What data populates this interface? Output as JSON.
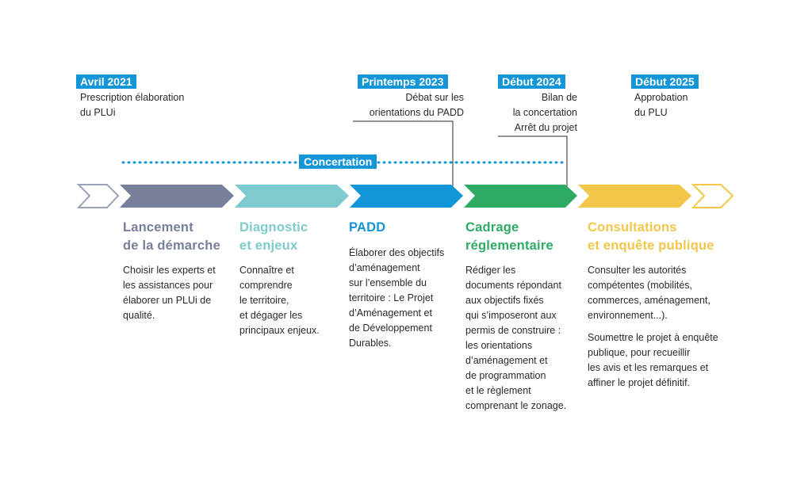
{
  "colors": {
    "milestone": "#1296d8",
    "phase1": "#777f99",
    "phase2": "#7ecbcf",
    "phase3": "#1296d8",
    "phase4": "#2eaa65",
    "phase5": "#f3c64a",
    "text": "#2a2a2a"
  },
  "milestones": [
    {
      "date": "Avril 2021",
      "lines": [
        "Prescription élaboration",
        "du PLUi"
      ]
    },
    {
      "date": "Printemps 2023",
      "lines": [
        "Débat sur les",
        "orientations du PADD"
      ]
    },
    {
      "date": "Début 2024",
      "lines": [
        "Bilan de",
        "la concertation",
        "Arrêt du projet"
      ]
    },
    {
      "date": "Début 2025",
      "lines": [
        "Approbation",
        "du PLU"
      ]
    }
  ],
  "concertation": {
    "label": "Concertation"
  },
  "phases": [
    {
      "title": [
        "Lancement",
        "de la démarche"
      ],
      "desc": [
        "Choisir les experts et",
        "les assistances pour",
        "élaborer un PLUi de",
        "qualité."
      ]
    },
    {
      "title": [
        "Diagnostic",
        "et enjeux"
      ],
      "desc": [
        "Connaître et",
        "comprendre",
        "le territoire,",
        "et dégager les",
        "principaux enjeux."
      ]
    },
    {
      "title": [
        "PADD"
      ],
      "desc": [
        "Élaborer des objectifs",
        "d’aménagement",
        "sur l’ensemble du",
        "territoire : Le Projet",
        "d’Aménagement et",
        "de Développement",
        "Durables."
      ]
    },
    {
      "title": [
        "Cadrage",
        "réglementaire"
      ],
      "desc": [
        "Rédiger les",
        "documents répondant",
        "aux objectifs fixés",
        "qui s’imposeront aux",
        "permis de construire :",
        "les orientations",
        "d’aménagement et",
        "de programmation",
        "et le règlement",
        "comprenant le zonage."
      ]
    },
    {
      "title": [
        "Consultations",
        "et enquête publique"
      ],
      "desc": [
        "Consulter les autorités",
        "compétentes (mobilités,",
        "commerces, aménagement,",
        "environnement...)."
      ],
      "desc2": [
        "Soumettre le projet à enquête",
        "publique, pour recueillir",
        "les avis et les remarques et",
        "affiner le projet définitif."
      ]
    }
  ]
}
